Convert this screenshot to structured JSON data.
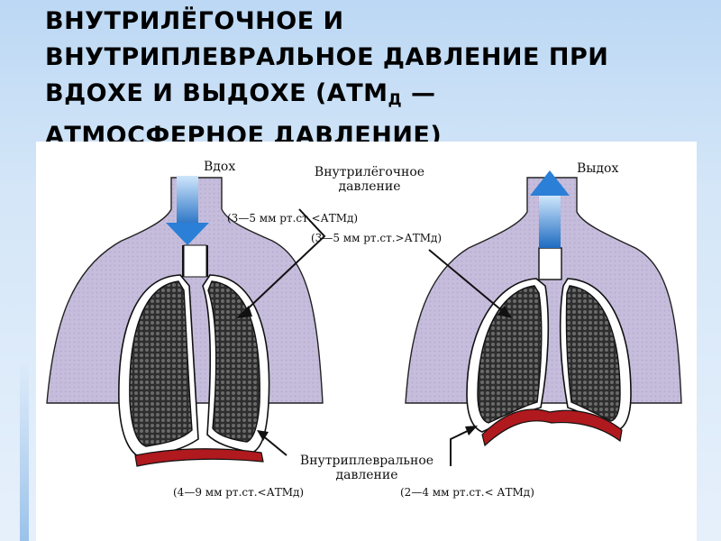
{
  "slide": {
    "title_lines": [
      "ВНУТРИЛЁГОЧНОЕ И",
      "ВНУТРИПЛЕВРАЛЬНОЕ ДАВЛЕНИЕ ПРИ",
      "ВДОХЕ И ВЫДОХЕ (АТМ",
      "АТМОСФЕРНОЕ ДАВЛЕНИЕ)"
    ],
    "title_subscript": "Д",
    "title_dash": " —"
  },
  "diagram": {
    "inhale_label": "Вдох",
    "exhale_label": "Выдох",
    "intrapulmonary_title_line1": "Внутрилёгочное",
    "intrapulmonary_title_line2": "давление",
    "intrapulmonary_inhale_value": "(3—5 мм рт.ст.<АТМд)",
    "intrapulmonary_exhale_value": "(3—5 мм рт.ст.>АТМд)",
    "intrapleural_title_line1": "Внутриплевральное",
    "intrapleural_title_line2": "давление",
    "intrapleural_inhale_value": "(4—9 мм рт.ст.<АТМд)",
    "intrapleural_exhale_value": "(2—4 мм рт.ст.< АТМд)"
  },
  "colors": {
    "body_fill": "#c9c0de",
    "lung_fill": "#3a3a3a",
    "diaphragm": "#b0191e",
    "arrow_blue": "#2b7fd6"
  }
}
